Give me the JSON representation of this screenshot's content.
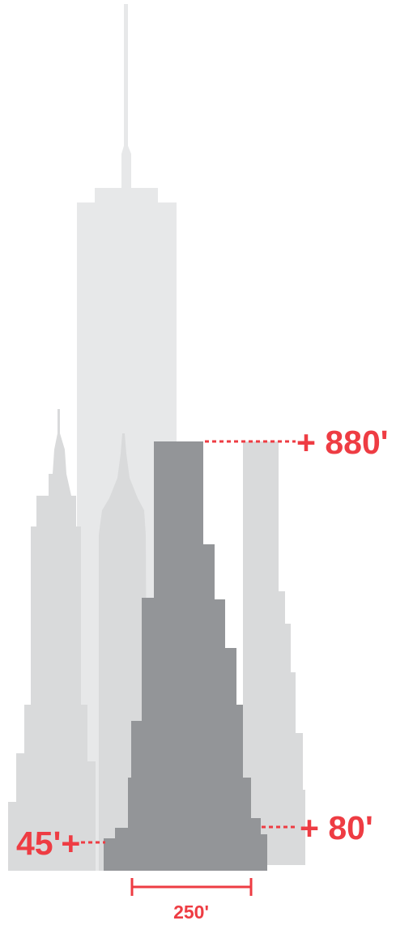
{
  "annotations": {
    "top_height": "+ 880'",
    "base_right": "+ 80'",
    "base_left": "45'+",
    "base_width": "250'"
  },
  "colors": {
    "background_buildings": "#d9dadb",
    "background_tower": "#e7e8e9",
    "highlight_building": "#939598",
    "accent": "#ee3c43"
  }
}
